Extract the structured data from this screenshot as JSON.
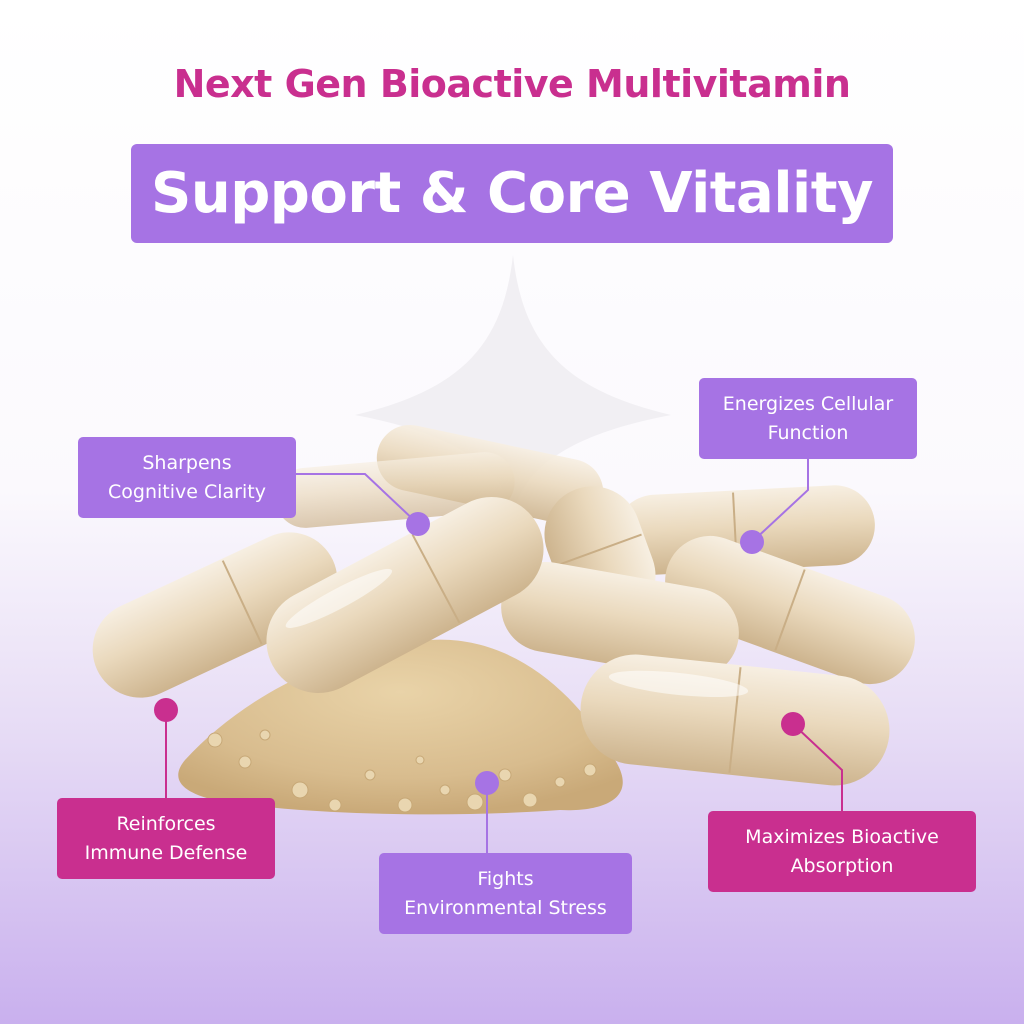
{
  "header": {
    "subtitle": "Next Gen Bioactive Multivitamin",
    "title": "Support & Core Vitality"
  },
  "colors": {
    "accent_purple": "#a673e4",
    "accent_magenta": "#c92f8f",
    "capsule": "#e8d9bf",
    "powder": "#d9bf95"
  },
  "callouts": [
    {
      "id": "cognitive",
      "line1": "Sharpens",
      "line2": "Cognitive Clarity",
      "style": "purple"
    },
    {
      "id": "cellular",
      "line1": "Energizes Cellular",
      "line2": "Function",
      "style": "purple"
    },
    {
      "id": "immune",
      "line1": "Reinforces",
      "line2": "Immune Defense",
      "style": "magenta"
    },
    {
      "id": "stress",
      "line1": "Fights",
      "line2": "Environmental Stress",
      "style": "purple"
    },
    {
      "id": "absorption",
      "line1": "Maximizes Bioactive",
      "line2": "Absorption",
      "style": "magenta"
    }
  ],
  "image": {
    "subject": "capsules-and-powder-pile",
    "icon": "sparkle-icon"
  }
}
